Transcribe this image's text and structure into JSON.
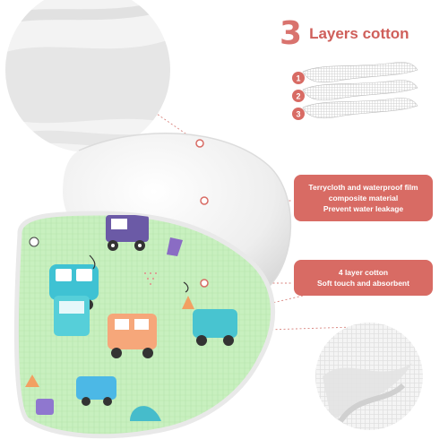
{
  "heading": {
    "number": "3",
    "text": "Layers cotton"
  },
  "layer_labels": [
    "1",
    "2",
    "3"
  ],
  "callout_top": {
    "line1": "Terrycloth and waterproof film",
    "line2": "composite material",
    "line3": "Prevent water leakage"
  },
  "callout_bottom": {
    "line1": "4 layer cotton",
    "line2": "Soft touch and absorbent"
  },
  "colors": {
    "accent": "#d86b64",
    "fabric_print_bg": "#c8f0bf",
    "cloth_white": "#f2f2f2"
  }
}
